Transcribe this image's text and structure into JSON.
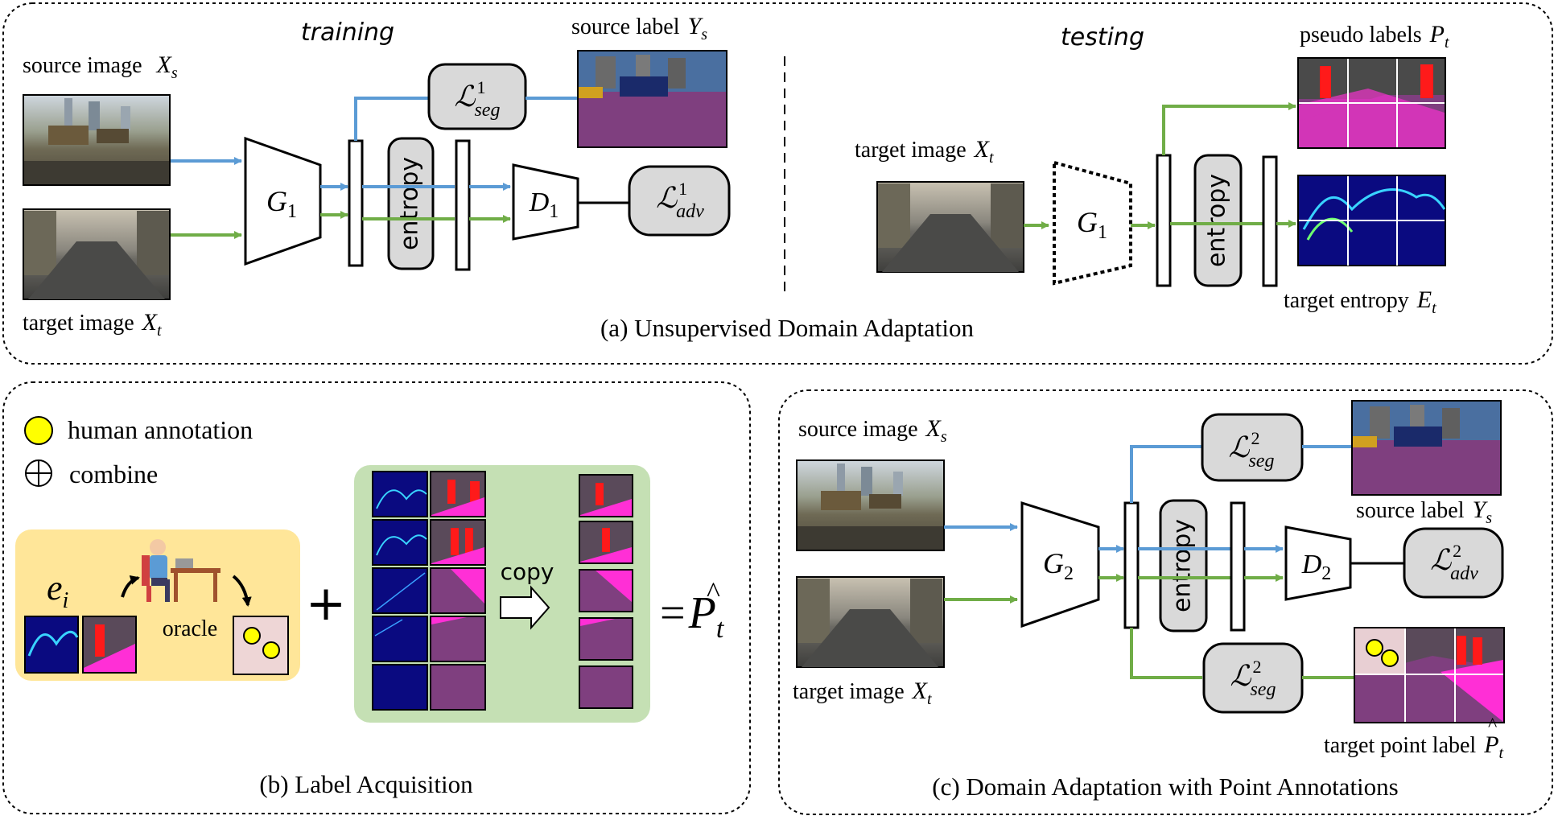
{
  "panel_a": {
    "caption": "(a) Unsupervised Domain Adaptation",
    "training_title": "training",
    "testing_title": "testing",
    "source_image_label": "source image",
    "source_image_var": "X",
    "source_image_sub": "s",
    "target_image_label": "target image",
    "target_image_var": "X",
    "target_image_sub": "t",
    "source_label_label": "source label",
    "source_label_var": "Y",
    "source_label_sub": "s",
    "generator": "G",
    "generator_sub": "1",
    "discriminator": "D",
    "discriminator_sub": "1",
    "entropy_label": "entropy",
    "loss_seg_sup": "1",
    "loss_seg_sub": "seg",
    "loss_adv_sup": "1",
    "loss_adv_sub": "adv",
    "test_target_label": "target image",
    "test_target_var": "X",
    "test_target_sub": "t",
    "test_generator": "G",
    "test_generator_sub": "1",
    "test_entropy_label": "entropy",
    "pseudo_label": "pseudo labels",
    "pseudo_var": "P",
    "pseudo_sub": "t",
    "target_entropy_label": "target entropy",
    "target_entropy_var": "E",
    "target_entropy_sub": "t"
  },
  "panel_b": {
    "caption": "(b) Label Acquisition",
    "legend_human": "human annotation",
    "legend_combine": "combine",
    "ei_var": "e",
    "ei_sub": "i",
    "oracle_label": "oracle",
    "plus": "+",
    "copy_label": "copy",
    "equals": "=",
    "result_var": "P",
    "result_sub": "t"
  },
  "panel_c": {
    "caption": "(c) Domain Adaptation with Point Annotations",
    "source_image_label": "source image",
    "source_image_var": "X",
    "source_image_sub": "s",
    "target_image_label": "target image",
    "target_image_var": "X",
    "target_image_sub": "t",
    "generator": "G",
    "generator_sub": "2",
    "discriminator": "D",
    "discriminator_sub": "2",
    "entropy_label": "entropy",
    "loss_seg_sup": "2",
    "loss_seg_sub": "seg",
    "loss_adv_sup": "2",
    "loss_adv_sub": "adv",
    "loss_seg2_sup": "2",
    "loss_seg2_sub": "seg",
    "source_label_label": "source label",
    "source_label_var": "Y",
    "source_label_sub": "s",
    "target_point_label": "target point label",
    "target_point_var": "P",
    "target_point_sub": "t"
  },
  "colors": {
    "blue_arrow": "#5b9bd5",
    "green_arrow": "#70ad47",
    "box_fill": "#d9d9d9",
    "legend_yellow": "#ffff00",
    "oracle_bg": "#ffe699",
    "copy_bg": "#c5e0b4",
    "seg_purple": "#7f3f7f",
    "seg_magenta": "#ff2fd6",
    "entropy_blue": "#0a0a80"
  }
}
